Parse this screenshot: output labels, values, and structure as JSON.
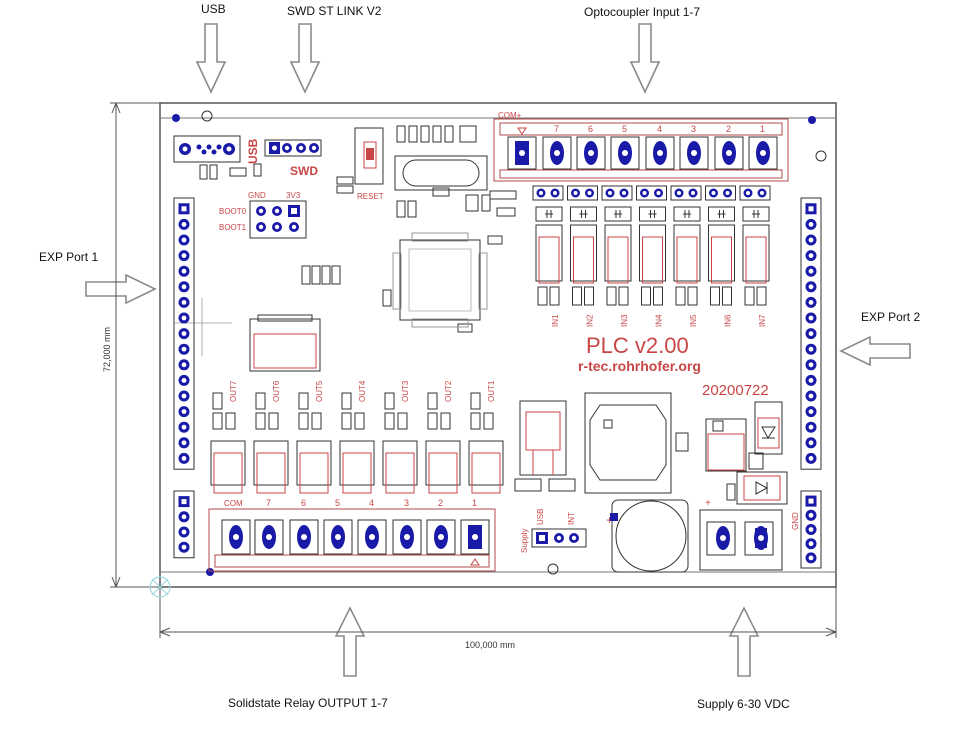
{
  "callouts": {
    "usb": "USB",
    "swd": "SWD ST LINK V2",
    "opto": "Optocoupler Input 1-7",
    "exp1": "EXP Port 1",
    "exp2": "EXP Port 2",
    "relay": "Solidstate Relay OUTPUT 1-7",
    "supply": "Supply 6-30 VDC"
  },
  "dimensions": {
    "width": "100,000 mm",
    "height": "72,000 mm"
  },
  "silkscreen": {
    "usb": "USB",
    "swd": "SWD",
    "reset": "RESET",
    "gnd": "GND",
    "v33": "3V3",
    "boot0": "BOOT0",
    "boot1": "BOOT1",
    "com_in": "COM+",
    "in_numbers": [
      "7",
      "6",
      "5",
      "4",
      "3",
      "2",
      "1"
    ],
    "in_labels": [
      "IN1",
      "IN2",
      "IN3",
      "IN4",
      "IN5",
      "IN6",
      "IN7"
    ],
    "title": "PLC v2.00",
    "url": "r-tec.rohrhofer.org",
    "date": "20200722",
    "out_labels": [
      "OUT7",
      "OUT6",
      "OUT5",
      "OUT4",
      "OUT3",
      "OUT2",
      "OUT1"
    ],
    "com_out": "COM",
    "out_numbers": [
      "7",
      "6",
      "5",
      "4",
      "3",
      "2",
      "1"
    ],
    "supply_sel": "Supply",
    "sel_usb": "USB",
    "sel_int": "INT",
    "plus1": "+",
    "plus2": "+",
    "gnd2": "GND"
  },
  "colors": {
    "pcb_outline": "#555555",
    "silkscreen": "#c84646",
    "pad_fill": "#1a1aa8",
    "pad_hole": "#ffffff",
    "arrow": "#888888"
  }
}
